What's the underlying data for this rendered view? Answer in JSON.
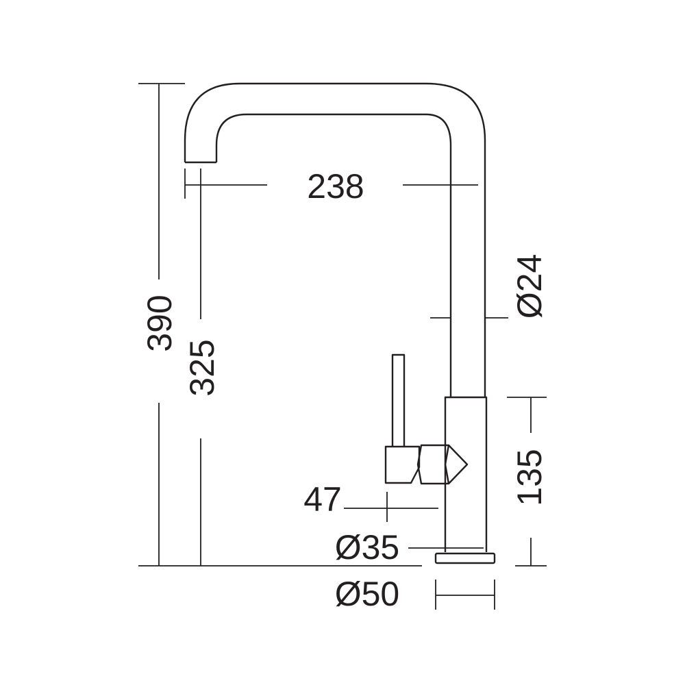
{
  "dimensions": {
    "total_height": "390",
    "spout_height": "325",
    "spout_reach": "238",
    "tube_diameter": "Ø24",
    "body_height": "135",
    "handle_offset": "47",
    "body_diameter": "Ø35",
    "base_diameter": "Ø50"
  },
  "colors": {
    "line": "#231f20",
    "background": "#ffffff"
  }
}
